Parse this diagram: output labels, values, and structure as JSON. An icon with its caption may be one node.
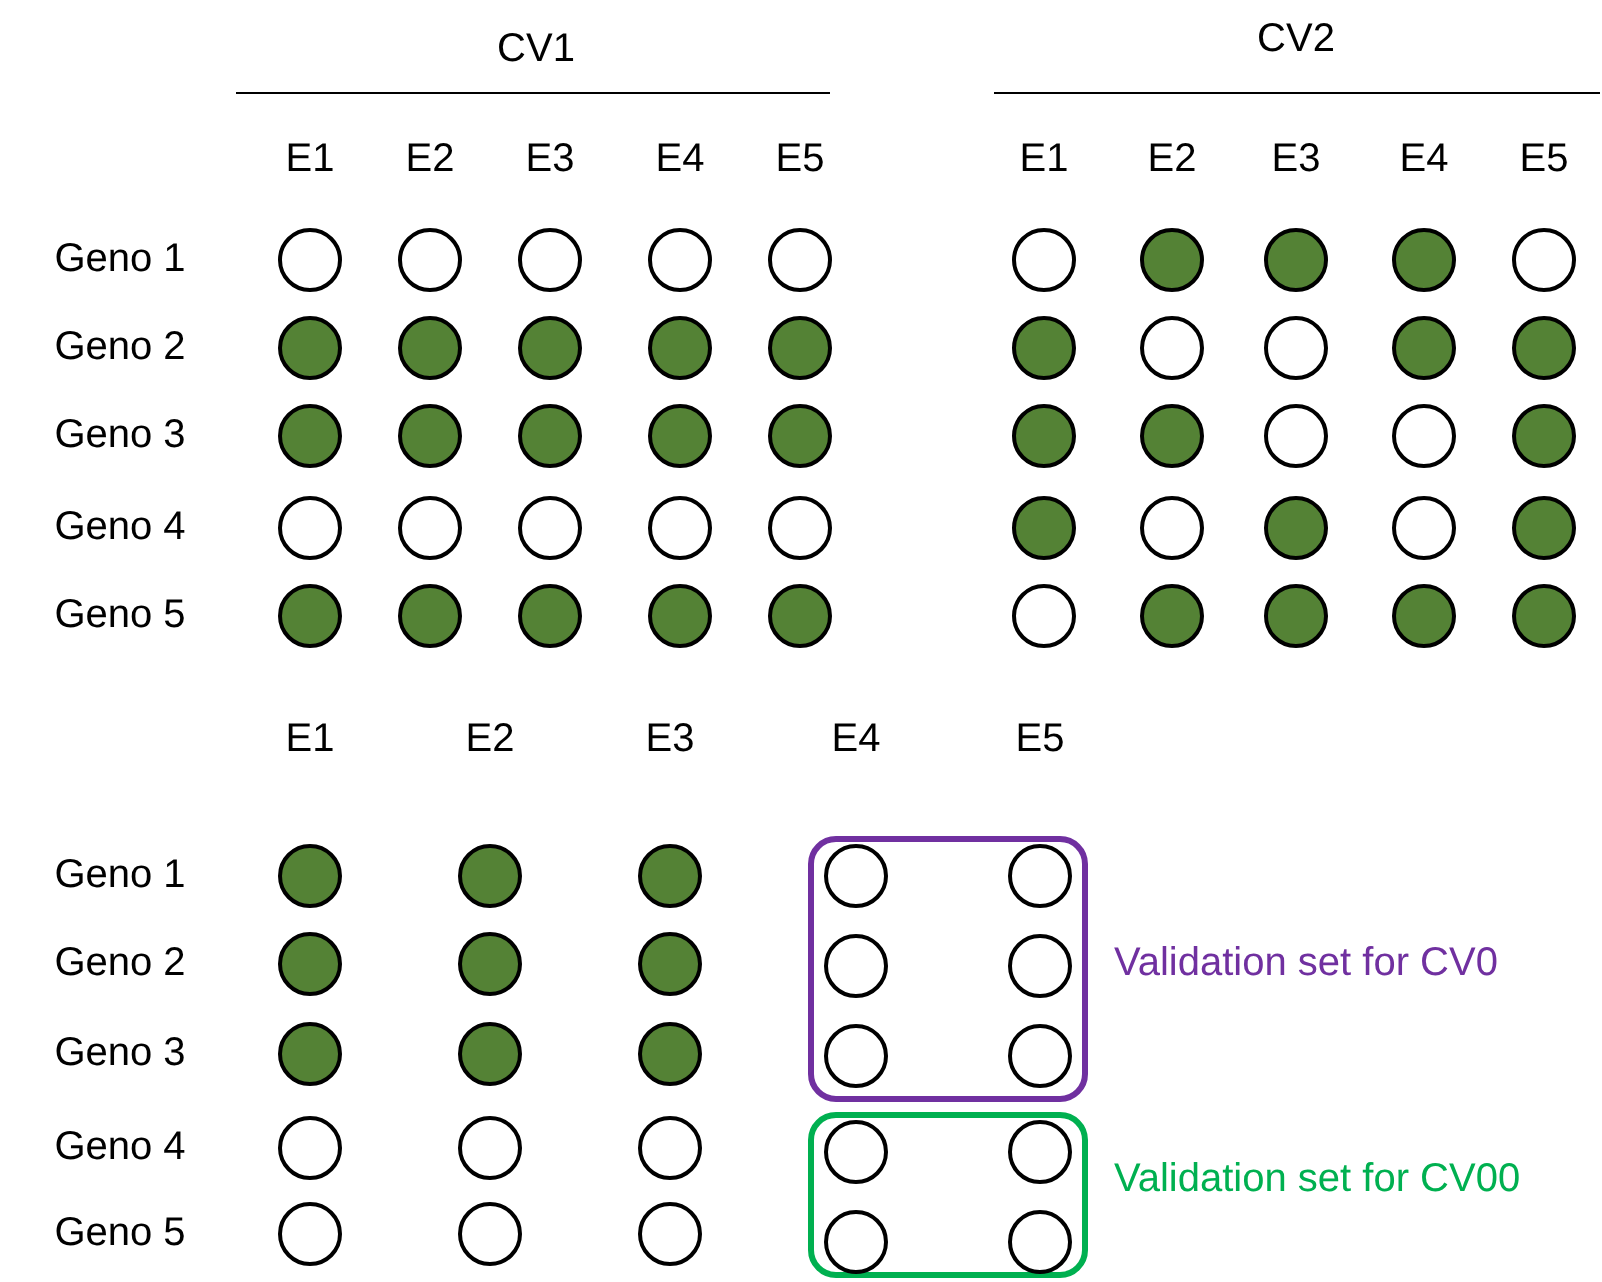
{
  "diagram": {
    "nodes": [
      {
        "text": [],
        "shape": "circle"
      },
      {
        "text": [],
        "shape": "circle"
      },
      {
        "text": [],
        "shape": "circle"
      },
      {
        "text": [],
        "shape": "circle"
      },
      {
        "text": [],
        "shape": "circle"
      },
      {
        "text": [],
        "shape": "circle"
      },
      {
        "text": [],
        "shape": "circle"
      },
      {
        "text": [],
        "shape": "circle"
      },
      {
        "text": [],
        "shape": "circle"
      },
      {
        "text": [],
        "shape": "circle"
      },
      {
        "text": [],
        "shape": "circle"
      },
      {
        "text": [],
        "shape": "circle"
      },
      {
        "text": [],
        "shape": "circle"
      },
      {
        "text": [],
        "shape": "circle"
      },
      {
        "text": [],
        "shape": "circle"
      },
      {
        "text": [],
        "shape": "circle"
      },
      {
        "text": [],
        "shape": "circle"
      },
      {
        "text": [],
        "shape": "circle"
      },
      {
        "text": [],
        "shape": "circle"
      },
      {
        "text": [],
        "shape": "circle"
      },
      {
        "text": [],
        "shape": "circle"
      },
      {
        "text": [],
        "shape": "circle"
      },
      {
        "text": [],
        "shape": "circle"
      },
      {
        "text": [],
        "shape": "circle"
      },
      {
        "text": [],
        "shape": "circle"
      },
      {
        "text": [],
        "shape": "circle"
      },
      {
        "text": [],
        "shape": "circle"
      },
      {
        "text": [],
        "shape": "circle"
      },
      {
        "text": [],
        "shape": "circle"
      },
      {
        "text": [],
        "shape": "circle"
      },
      {
        "text": [],
        "shape": "circle"
      },
      {
        "text": [],
        "shape": "circle"
      },
      {
        "text": [],
        "shape": "circle"
      },
      {
        "text": [],
        "shape": "circle"
      },
      {
        "text": [],
        "shape": "circle"
      },
      {
        "text": [],
        "shape": "circle"
      },
      {
        "text": [],
        "shape": "circle"
      },
      {
        "text": [],
        "shape": "circle"
      },
      {
        "text": [],
        "shape": "circle"
      },
      {
        "text": [],
        "shape": "circle"
      },
      {
        "text": [],
        "shape": "circle"
      },
      {
        "text": [],
        "shape": "circle"
      },
      {
        "text": [],
        "shape": "circle"
      },
      {
        "text": [],
        "shape": "circle"
      },
      {
        "text": [],
        "shape": "circle"
      },
      {
        "text": [],
        "shape": "circle"
      },
      {
        "text": [],
        "shape": "circle"
      },
      {
        "text": [],
        "shape": "circle"
      },
      {
        "text": [],
        "shape": "circle"
      },
      {
        "text": [],
        "shape": "circle"
      },
      {
        "text": [
          "Validation set for CV0"
        ]
      },
      {
        "text": [
          "Validation set for CV00"
        ]
      },
      {
        "text": [],
        "shape": "circle"
      },
      {
        "text": [],
        "shape": "circle"
      },
      {
        "text": [],
        "shape": "circle"
      },
      {
        "text": [],
        "shape": "circle",
        "in": 50
      },
      {
        "text": [],
        "shape": "circle",
        "in": 50
      },
      {
        "text": [],
        "shape": "circle"
      },
      {
        "text": [],
        "shape": "circle"
      },
      {
        "text": [],
        "shape": "circle"
      },
      {
        "text": [],
        "shape": "circle",
        "in": 50
      },
      {
        "text": [],
        "shape": "circle",
        "in": 50
      },
      {
        "text": [],
        "shape": "circle"
      },
      {
        "text": [],
        "shape": "circle"
      },
      {
        "text": [],
        "shape": "circle"
      },
      {
        "text": [],
        "shape": "circle",
        "in": 50
      },
      {
        "text": [],
        "shape": "circle",
        "in": 50
      },
      {
        "text": [],
        "shape": "circle"
      },
      {
        "text": [],
        "shape": "circle"
      },
      {
        "text": [],
        "shape": "circle"
      },
      {
        "text": [],
        "shape": "circle",
        "in": 51
      },
      {
        "text": [],
        "shape": "circle",
        "in": 51
      },
      {
        "text": [],
        "shape": "circle"
      },
      {
        "text": [],
        "shape": "circle"
      },
      {
        "text": [],
        "shape": "circle"
      },
      {
        "text": [],
        "shape": "circle",
        "in": 51
      },
      {
        "text": [],
        "shape": "circle",
        "in": 51
      }
    ],
    "labels": [
      "CV1",
      "CV2",
      "E1",
      "E2",
      "E3",
      "E4",
      "E5",
      "E1",
      "E2",
      "E3",
      "E4",
      "E5",
      "Geno 1",
      "Geno 2",
      "Geno 3",
      "Geno 4",
      "Geno 5",
      "E1",
      "E2",
      "E3",
      "E4",
      "E5",
      "Geno 1",
      "Geno 2",
      "Geno 3",
      "Geno 4",
      "Geno 5"
    ]
  }
}
